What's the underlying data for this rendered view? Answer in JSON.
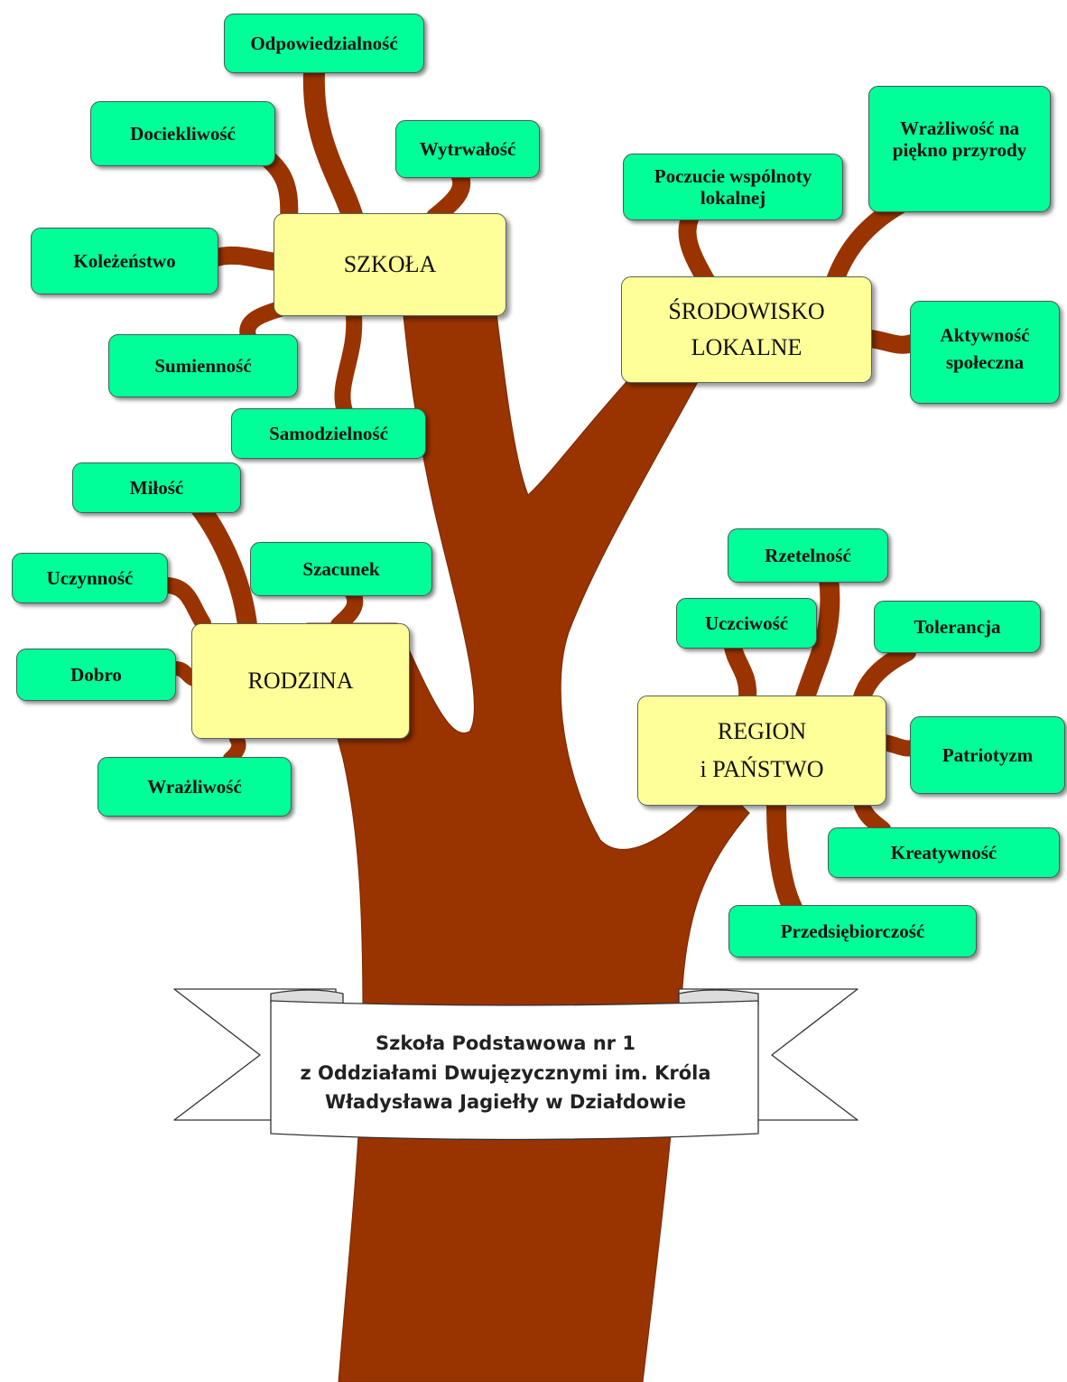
{
  "colors": {
    "trunk": "#993300",
    "leaf_fill": "#00ff99",
    "main_fill": "#ffff99",
    "banner_fill": "#ffffff"
  },
  "main_nodes": {
    "szkola": "SZKOŁA",
    "srodowisko": [
      "ŚRODOWISKO",
      "LOKALNE"
    ],
    "rodzina": "RODZINA",
    "region": [
      "REGION",
      "i PAŃSTWO"
    ]
  },
  "values": {
    "odpowiedzialnosc": "Odpowiedzialność",
    "dociekliwosc": "Dociekliwość",
    "wytrwalosc": "Wytrwałość",
    "kolezenstwo": "Koleżeństwo",
    "sumiennosc": "Sumienność",
    "samodzielnosc": "Samodzielność",
    "poczucie": [
      "Poczucie wspólnoty",
      "lokalnej"
    ],
    "wrazliwosc_piekno": [
      "Wrażliwość na",
      "piękno przyrody"
    ],
    "aktywnosc": [
      "Aktywność",
      "społeczna"
    ],
    "milosc": "Miłość",
    "szacunek": "Szacunek",
    "uczynnosc": "Uczynność",
    "dobro": "Dobro",
    "wrazliwosc": "Wrażliwość",
    "rzetelnosc": "Rzetelność",
    "uczciwosc": "Uczciwość",
    "tolerancja": "Tolerancja",
    "patriotyzm": "Patriotyzm",
    "kreatywnosc": "Kreatywność",
    "przedsiebiorczosc": "Przedsiębiorczość"
  },
  "banner": {
    "lines": [
      "Szkoła Podstawowa nr 1",
      "z Oddziałami Dwujęzycznymi im. Króla",
      "Władysława Jagiełły w Działdowie"
    ]
  }
}
